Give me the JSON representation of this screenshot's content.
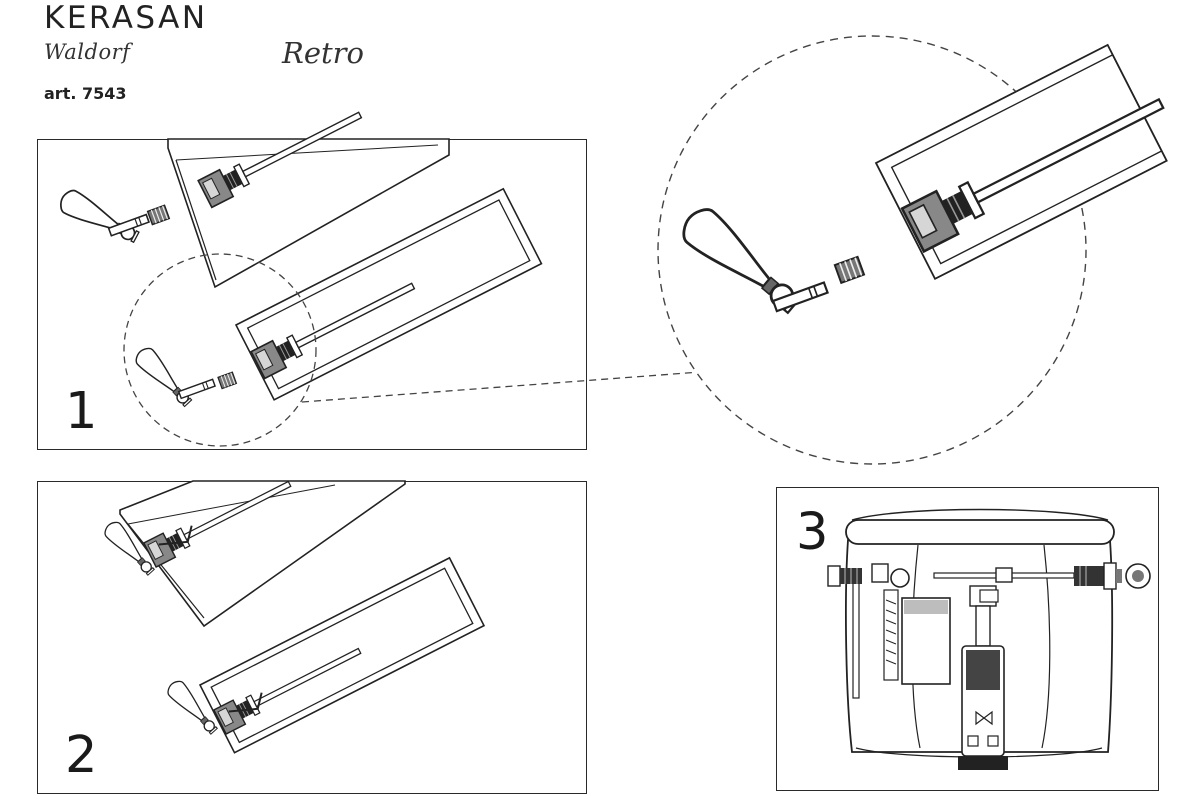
{
  "header": {
    "brand": "KERASAN",
    "line_a": "Waldorf",
    "line_b": "Retro",
    "article": "art. 7543"
  },
  "steps": [
    {
      "label": "1",
      "description": "Handle, shaft, threaded bushing and tank-side mechanism shown before assembly, with a circled detail enlarged"
    },
    {
      "label": "2",
      "description": "Handle fitted through the tank wall onto the flush lever mechanism"
    },
    {
      "label": "3",
      "description": "Cross-section of the cistern showing the mounted handle, lever arm, float valve and flush valve"
    }
  ],
  "detail_view": {
    "of_step": "1",
    "style": "dashed-circle-magnification"
  },
  "colors": {
    "line": "#2a2a2a",
    "fill_light": "#ffffff",
    "fill_grey": "#d9d9d9",
    "fill_dark": "#7c7c7c",
    "fill_mid": "#9a9a9a"
  }
}
